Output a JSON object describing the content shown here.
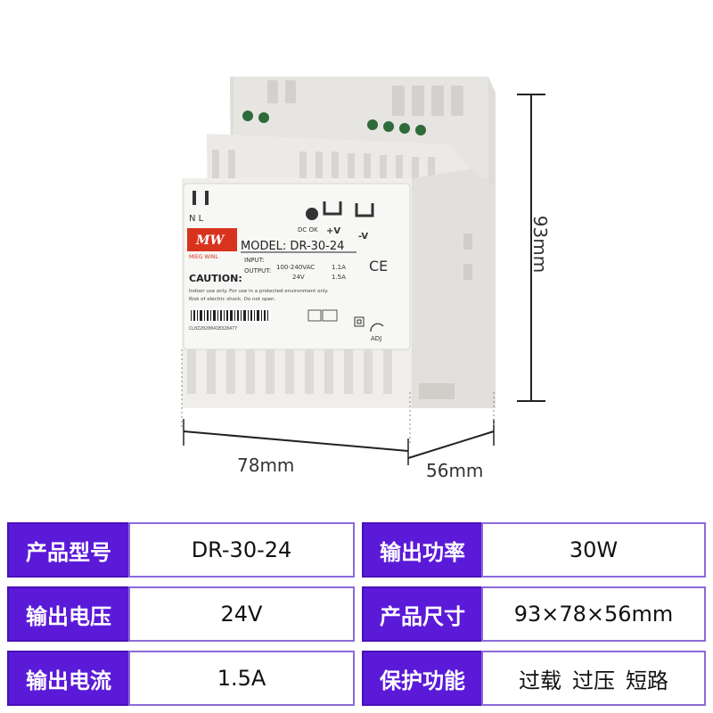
{
  "product": {
    "brand_logo": "MW",
    "brand_sub": "MIEG WINL",
    "model_text": "MODEL: DR-30-24",
    "input_text": "INPUT:",
    "input_value": "100-240VAC",
    "input_current": "1.1A",
    "output_text": "OUTPUT:",
    "output_value": "24V",
    "output_current": "1.5A",
    "caution_title": "CAUTION:",
    "caution_line1": "Indoor use only. For use in a protected environment only.",
    "caution_line2": "Risk of electric shock. Do not open.",
    "barcode_text": "CL0Z2020041B328477",
    "terminal_left": "N  L",
    "dc_ok": "DC OK",
    "plus_v": "+V",
    "minus_v": "-V",
    "adj": "ADJ",
    "ce": "CE"
  },
  "dimensions": {
    "height": "93mm",
    "width": "78mm",
    "depth": "56mm"
  },
  "specs": [
    {
      "label1": "产品型号",
      "value1": "DR-30-24",
      "label2": "输出功率",
      "value2": "30W"
    },
    {
      "label1": "输出电压",
      "value1": "24V",
      "label2": "产品尺寸",
      "value2": "93×78×56mm"
    },
    {
      "label1": "输出电流",
      "value1": "1.5A",
      "label2": "保护功能",
      "value2_parts": [
        "过载",
        "过压",
        "短路"
      ]
    }
  ],
  "colors": {
    "label_bg": "#5b1ad8",
    "label_border": "#4a10b8",
    "value_border": "#8a6bd8",
    "housing": "#e9e9e7"
  }
}
